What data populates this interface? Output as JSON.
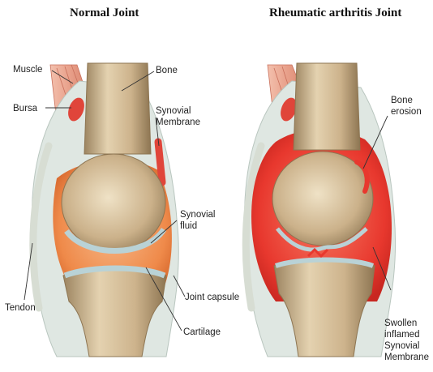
{
  "titles": {
    "normal": "Normal Joint",
    "ra": "Rheumatic arthritis Joint"
  },
  "labels": {
    "muscle": "Muscle",
    "bursa": "Bursa",
    "bone": "Bone",
    "synovial_membrane_1": "Synovial",
    "synovial_membrane_2": "Membrane",
    "synovial_fluid_1": "Synovial",
    "synovial_fluid_2": "fluid",
    "tendon": "Tendon",
    "joint_capsule": "Joint capsule",
    "cartilage": "Cartilage",
    "bone_erosion_1": "Bone",
    "bone_erosion_2": "erosion",
    "swollen_1": "Swollen",
    "swollen_2": "inflamed",
    "swollen_3": "Synovial",
    "swollen_4": "Membrane"
  },
  "colors": {
    "bone": "#cdb38c",
    "capsule": "#dfe7e2",
    "synovial_normal": "#ef8a4a",
    "synovial_inflamed": "#e8382e",
    "cartilage": "#b9d2d6",
    "muscle": "#e8a08a"
  }
}
